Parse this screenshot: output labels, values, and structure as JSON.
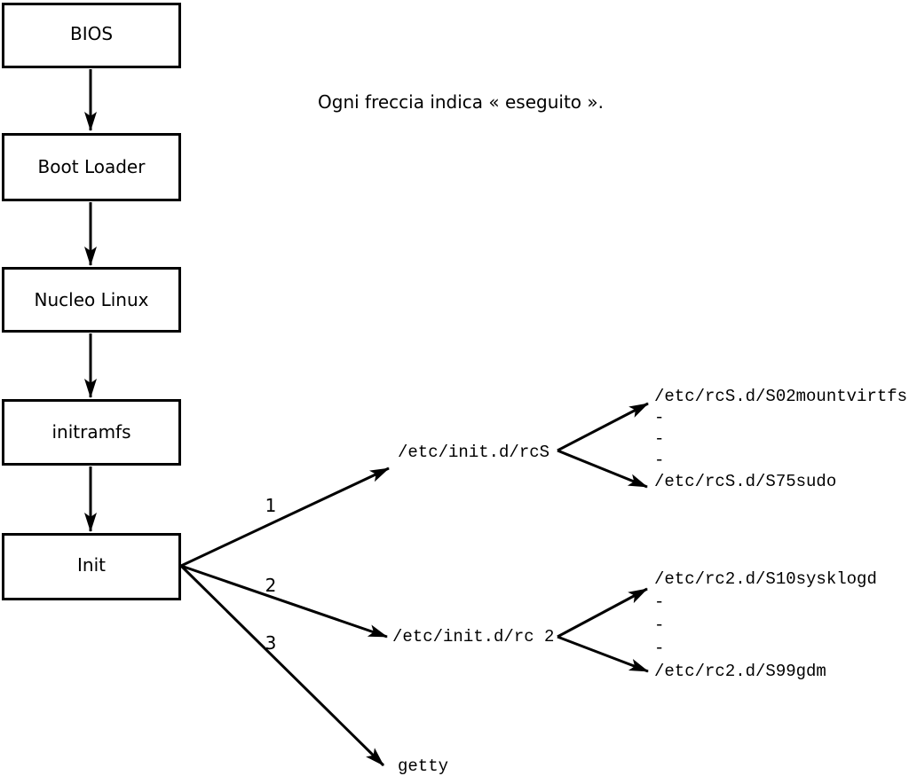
{
  "caption": "Ogni freccia indica « eseguito ».",
  "boot_sequence": [
    {
      "label": "BIOS"
    },
    {
      "label": "Boot Loader"
    },
    {
      "label": "Nucleo Linux"
    },
    {
      "label": "initramfs"
    },
    {
      "label": "Init"
    }
  ],
  "init_branches": [
    {
      "number": "1",
      "target": "/etc/init.d/rcS"
    },
    {
      "number": "2",
      "target": "/etc/init.d/rc 2"
    },
    {
      "number": "3",
      "target": "getty"
    }
  ],
  "rcS_dir_listing": {
    "lines": [
      "/etc/rcS.d/S02mountvirtfs",
      "-",
      "-",
      "-",
      "/etc/rcS.d/S75sudo"
    ]
  },
  "rc2_dir_listing": {
    "lines": [
      "/etc/rc2.d/S10sysklogd",
      "-",
      "-",
      "-",
      "/etc/rc2.d/S99gdm"
    ]
  },
  "colors": {
    "ink": "#000000",
    "paper": "#ffffff"
  }
}
